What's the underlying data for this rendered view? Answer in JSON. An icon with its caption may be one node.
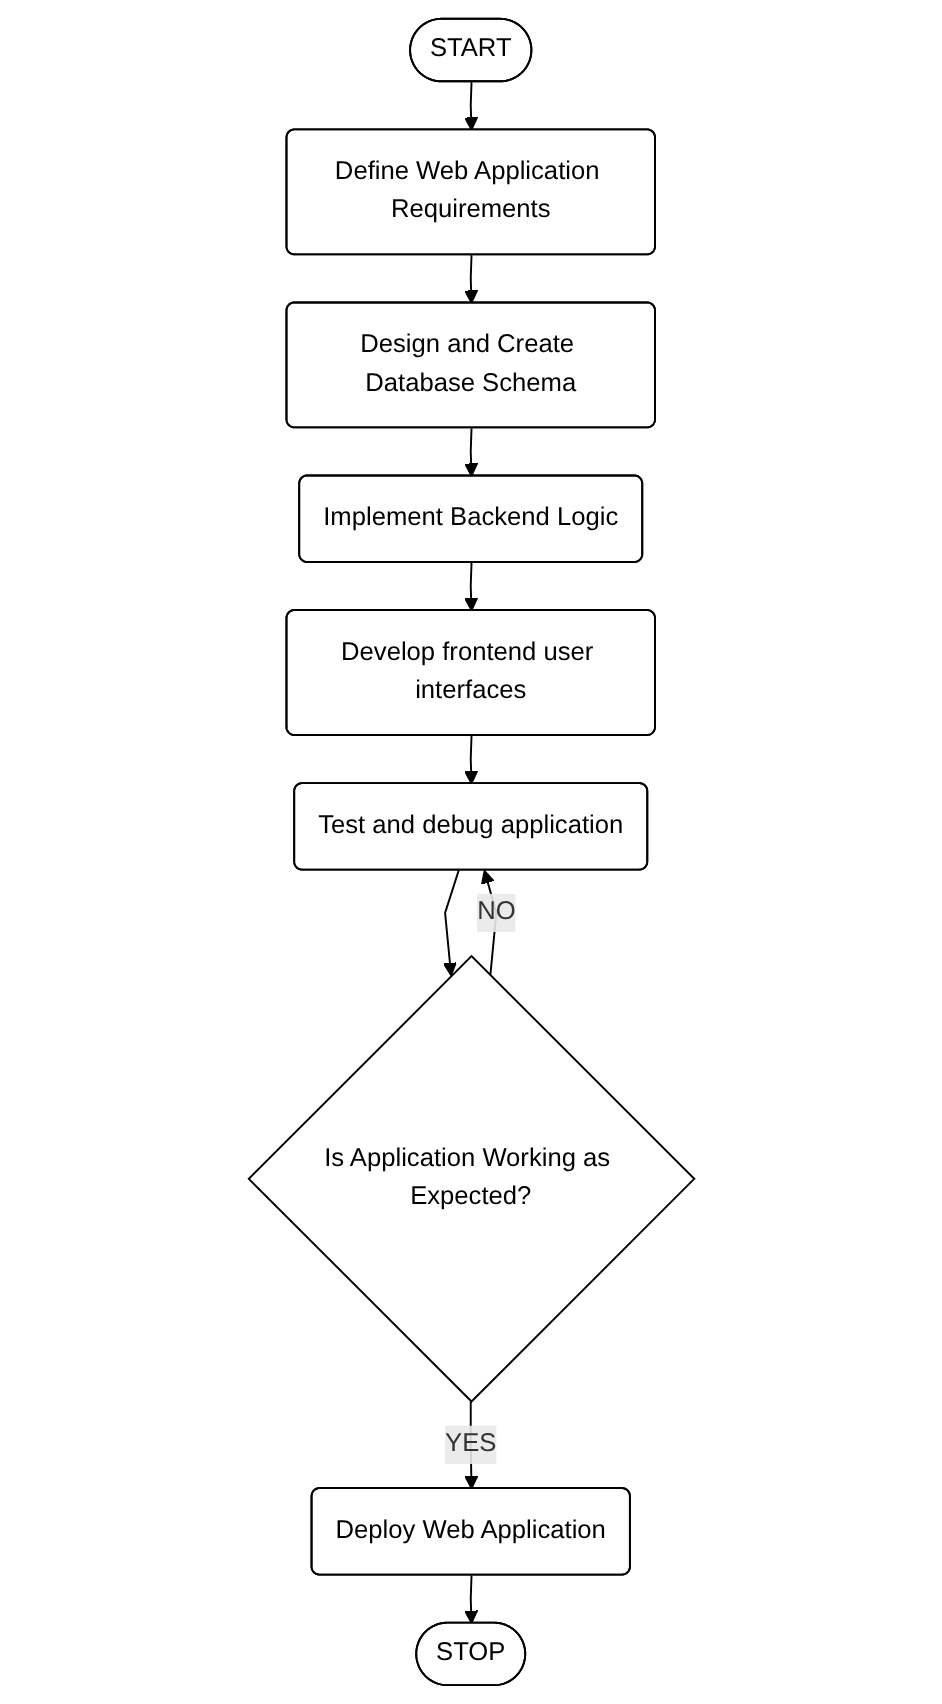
{
  "diagram": {
    "nodes": [
      {
        "text": [
          "START"
        ]
      },
      {
        "text": [
          "Define Web Application Requirements"
        ]
      },
      {
        "text": [
          "Design and Create Database Schema"
        ]
      },
      {
        "text": [
          "Implement Backend Logic"
        ]
      },
      {
        "text": [
          "Develop frontend user interfaces"
        ]
      },
      {
        "text": [
          "Test and debug application"
        ]
      },
      {
        "text": [
          "Is Application Working as Expected?"
        ]
      },
      {
        "text": [
          "Deploy Web Application"
        ]
      },
      {
        "text": [
          "STOP"
        ]
      }
    ],
    "edges": [
      {
        "from": 0,
        "to": 1,
        "arrow": "to"
      },
      {
        "from": 1,
        "to": 2,
        "arrow": "to"
      },
      {
        "from": 2,
        "to": 3,
        "arrow": "to"
      },
      {
        "from": 3,
        "to": 4,
        "arrow": "to"
      },
      {
        "from": 4,
        "to": 5,
        "arrow": "to"
      },
      {
        "from": 5,
        "to": 6,
        "arrow": "to"
      },
      {
        "from": 6,
        "to": 5,
        "arrow": "to",
        "label": "NO"
      },
      {
        "from": 6,
        "to": 7,
        "arrow": "to",
        "label": "YES"
      },
      {
        "from": 7,
        "to": 8,
        "arrow": "to"
      }
    ]
  }
}
